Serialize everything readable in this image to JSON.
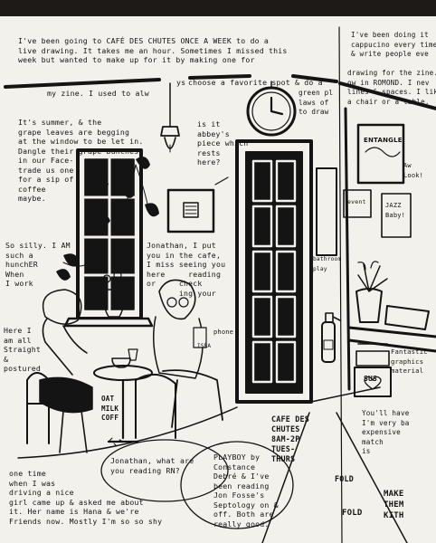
{
  "zine": {
    "top_left": "I've been going to CAFÉ DES CHUTES ONCE A WEEK to do a\nlive drawing. It takes me an hour. Sometimes I missed this\nweek but wanted to make up for it by making one for",
    "top_right": "I've been doing it\ncappucino every time\n& write people eve",
    "my_zine": "my zine. I used to alw",
    "always_tail": "ys",
    "choose": "choose a favorite spot & do a",
    "green_plant_right": "green pl\nlaws of\nto draw",
    "drawing_right": "drawing for the zine.\now in ROMOND. I nev\nlines & spaces. I lik\na chair or a table.",
    "summer": "It's summer, & the\ngrape leaves are begging\nat the window to be let in.\nDangle their grape bunches\nin our Face-\ntrade us one\nfor a sip of\ncoffee\nmaybe.",
    "so_silly": "So silly. I AM\nsuch a\nhunchER\nWhen\nI work",
    "here_straight": "Here I\nam all\nStraight\n&\npostured",
    "abbey": "is it\nabbey's\npiece which\nrests\nhere?",
    "jonathan_put": "Jonathan, I put\nyou in the cafe,\nI miss seeing you\nhere     reading\nor     check\n       ing your",
    "phone": "phone",
    "poster_text": "ENTANGLE",
    "aw_look": "Aw\nLook!",
    "event_sign": "event",
    "jazz_sign": "JAZZ\nBaby!",
    "bathroom_sign": "bathroom\nplay",
    "oat_milk": "OAT\nMILK\nCOFF",
    "cafe_sign": "CAFE DES\nCHUTES\n8AM-2P\nTUES-\nTHURS",
    "sus": "SUS",
    "fantastic": "Fantastic\ngraphics\nmaterial",
    "youll_have": "You'll have\nI'm very ba\nexpensive\nmatch\nis",
    "one_time": "one time\nwhen I was\ndriving a nice\ngirl came up & asked me about\nit. Her name is Hana & we're\nFriends now. Mostly I'm so so shy",
    "jonathan_q": "Jonathan, what are\nyou reading RN?",
    "playboy": "PLAYBOY by\nConstance\nDebré & I've\nbeen reading\nJon Fosse's\nSeptology on &\noff. Both are\nreally good.",
    "fold1": "FOLD",
    "fold2": "FOLD",
    "make_them": "MAKE\nTHEM\nKITH",
    "book_label": "ISRA",
    "icons": [
      "lamp-icon",
      "clock-icon",
      "plant-icon",
      "fire-extinguisher-icon",
      "heart-icon"
    ]
  }
}
